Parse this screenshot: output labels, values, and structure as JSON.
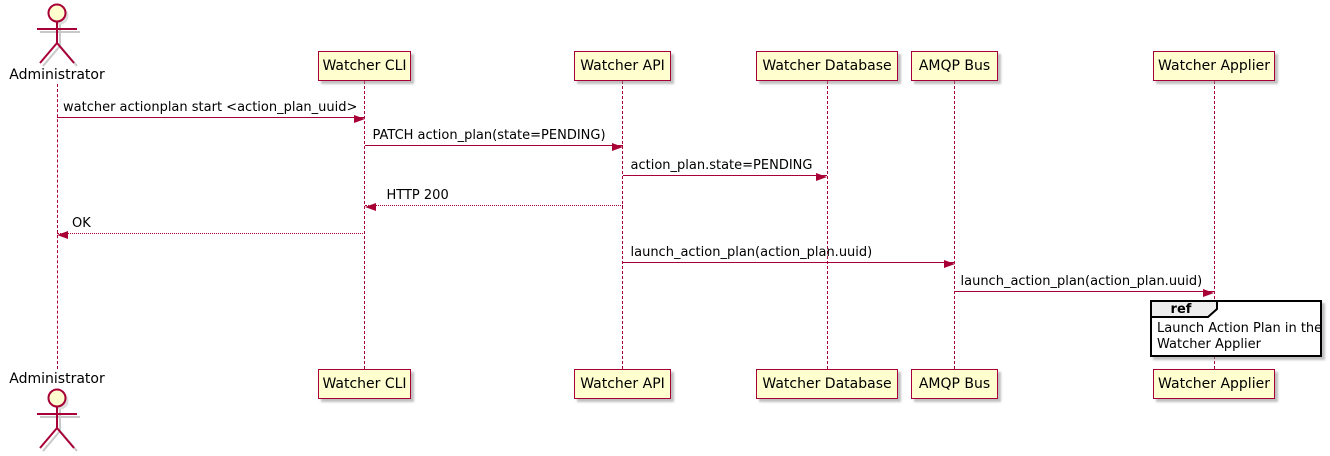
{
  "actor": {
    "label": "Administrator"
  },
  "participants": [
    {
      "label": "Watcher CLI"
    },
    {
      "label": "Watcher API"
    },
    {
      "label": "Watcher Database"
    },
    {
      "label": "AMQP Bus"
    },
    {
      "label": "Watcher Applier"
    }
  ],
  "messages": [
    {
      "from": "Administrator",
      "to": "Watcher CLI",
      "label": "watcher actionplan start <action_plan_uuid>",
      "line": "solid",
      "direction": "right"
    },
    {
      "from": "Watcher CLI",
      "to": "Watcher API",
      "label": "PATCH action_plan(state=PENDING)",
      "line": "solid",
      "direction": "right"
    },
    {
      "from": "Watcher API",
      "to": "Watcher Database",
      "label": "action_plan.state=PENDING",
      "line": "solid",
      "direction": "right"
    },
    {
      "from": "Watcher API",
      "to": "Watcher CLI",
      "label": "HTTP 200",
      "line": "dotted",
      "direction": "left"
    },
    {
      "from": "Watcher CLI",
      "to": "Administrator",
      "label": "OK",
      "line": "dotted",
      "direction": "left"
    },
    {
      "from": "Watcher API",
      "to": "AMQP Bus",
      "label": "launch_action_plan(action_plan.uuid)",
      "line": "solid",
      "direction": "right"
    },
    {
      "from": "AMQP Bus",
      "to": "Watcher Applier",
      "label": "launch_action_plan(action_plan.uuid)",
      "line": "solid",
      "direction": "right"
    }
  ],
  "ref": {
    "keyword": "ref",
    "lines": [
      "Launch Action Plan in the",
      "Watcher Applier"
    ],
    "over": "Watcher Applier"
  },
  "colors": {
    "lifeline": "#a80036",
    "arrow": "#a80036",
    "participant_fill": "#fefece",
    "participant_border": "#a80036",
    "ref_border": "#000000",
    "ref_header_fill": "#eeeeee",
    "text": "#000000"
  }
}
